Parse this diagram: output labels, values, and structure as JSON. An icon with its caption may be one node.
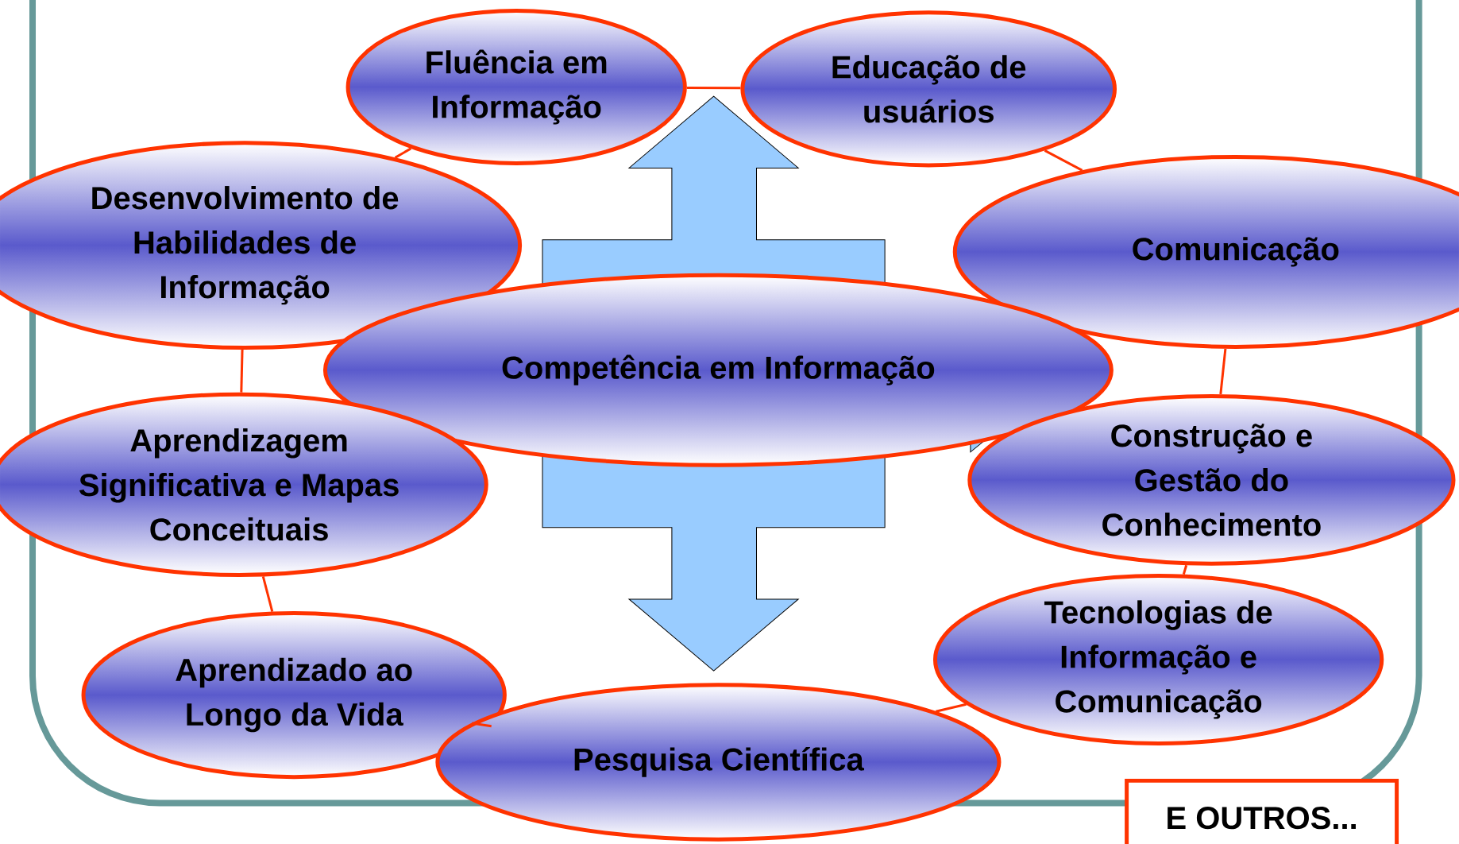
{
  "diagram": {
    "nodes": [
      {
        "text": [
          "Fluência em Informação"
        ]
      },
      {
        "text": [
          "Educação de usuários"
        ]
      },
      {
        "text": [
          "Desenvolvimento de Habilidades de Informação"
        ]
      },
      {
        "text": [
          "Comunicação"
        ]
      },
      {
        "text": [
          "Competência em Informação"
        ]
      },
      {
        "text": [
          "Aprendizagem Significativa e Mapas Conceituais"
        ]
      },
      {
        "text": [
          "Construção e Gestão do Conhecimento"
        ]
      },
      {
        "text": [
          "Tecnologias de Informação e Comunicação"
        ]
      },
      {
        "text": [
          "Aprendizado ao Longo da Vida"
        ]
      },
      {
        "text": [
          "Pesquisa Científica"
        ]
      },
      {
        "text": [
          "E OUTROS..."
        ]
      }
    ],
    "edges": [
      {
        "from": 0,
        "to": 1,
        "arrow": "none"
      },
      {
        "from": 2,
        "to": 0,
        "arrow": "none"
      },
      {
        "from": 1,
        "to": 3,
        "arrow": "none"
      },
      {
        "from": 3,
        "to": 6,
        "arrow": "none"
      },
      {
        "from": 6,
        "to": 7,
        "arrow": "none"
      },
      {
        "from": 7,
        "to": 9,
        "arrow": "none"
      },
      {
        "from": 9,
        "to": 8,
        "arrow": "none"
      },
      {
        "from": 8,
        "to": 5,
        "arrow": "none"
      },
      {
        "from": 5,
        "to": 2,
        "arrow": "none"
      }
    ]
  }
}
